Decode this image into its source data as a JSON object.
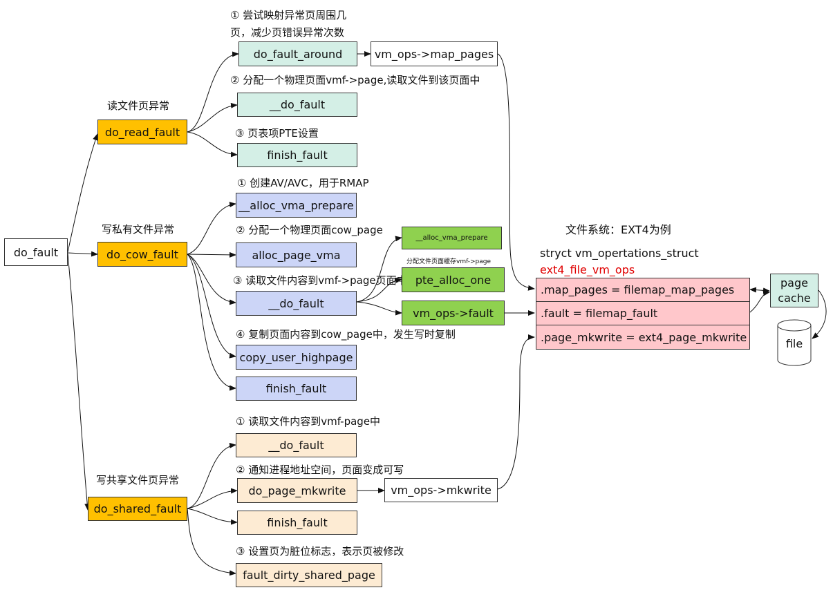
{
  "root": {
    "do_fault": "do_fault"
  },
  "read": {
    "title": "读文件页异常",
    "func": "do_read_fault",
    "note1_line1": "① 尝试映射异常页周围几",
    "note1_line2": "页，减少页错误异常次数",
    "fault_around": "do_fault_around",
    "map_pages": "vm_ops->map_pages",
    "note2": "② 分配一个物理页面vmf->page,读取文件到该页面中",
    "do_fault": "__do_fault",
    "note3": "③ 页表项PTE设置",
    "finish_fault": "finish_fault"
  },
  "cow": {
    "title": "写私有文件异常",
    "func": "do_cow_fault",
    "note1": "① 创建AV/AVC，用于RMAP",
    "anon_prepare": "__alloc_vma_prepare",
    "note2": "② 分配一个物理页面cow_page",
    "alloc_page_vma": "alloc_page_vma",
    "note3": "③ 读取文件内容到vmf->page页面中",
    "do_fault": "__do_fault",
    "sub_prepare": "__alloc_vma_prepare",
    "sub_note": "分配文件页面缓存vmf->page",
    "pte_alloc_one": "pte_alloc_one",
    "vm_fault": "vm_ops->fault",
    "note4": "④ 复制页面内容到cow_page中，发生写时复制",
    "copy_user_highpage": "copy_user_highpage",
    "finish_fault": "finish_fault"
  },
  "shared": {
    "title": "写共享文件页异常",
    "func": "do_shared_fault",
    "note1": "① 读取文件内容到vmf-page中",
    "do_fault": "__do_fault",
    "note2": "② 通知进程地址空间，页面变成可写",
    "do_page_mkwrite": "do_page_mkwrite",
    "mkwrite": "vm_ops->mkwrite",
    "finish_fault": "finish_fault",
    "note3": "③ 设置页为脏位标志，表示页被修改",
    "dirty_page": "fault_dirty_shared_page"
  },
  "fs": {
    "title": "文件系统：EXT4为例",
    "struct_name": "stryct vm_opertations_struct",
    "ops_name": "ext4_file_vm_ops",
    "row_map_pages": ".map_pages = filemap_map_pages",
    "row_fault": ".fault = filemap_fault",
    "row_mkwrite": ".page_mkwrite = ext4_page_mkwrite",
    "page_cache_line1": "page",
    "page_cache_line2": "cache",
    "file": "file"
  },
  "colors": {
    "orange": "#ffc000",
    "teal": "#d4efe6",
    "blue": "#ccd5f7",
    "green": "#8fd14f",
    "peach": "#fdebd3",
    "pink": "#ffc7cb",
    "red_text": "#e00000"
  }
}
